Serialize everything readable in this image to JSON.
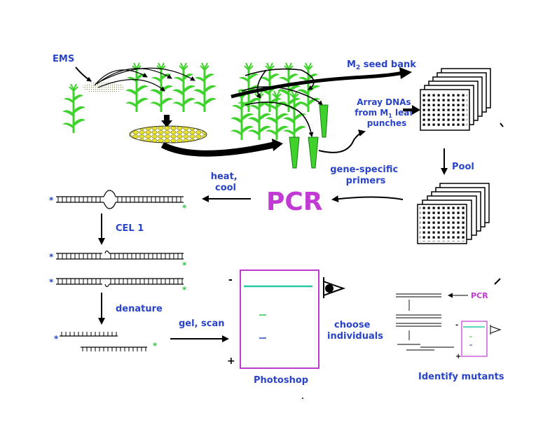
{
  "labels": {
    "ems": "EMS",
    "m2_seed_bank_main": "M",
    "m2_seed_bank_sub": "2",
    "m2_seed_bank_rest": " seed bank",
    "array_line1": "Array DNAs",
    "array_line2_a": "from M",
    "array_line2_sub": "1",
    "array_line2_b": " leaf",
    "array_line3": "punches",
    "pool": "Pool",
    "heat_line1": "heat,",
    "heat_line2": "cool",
    "pcr": "PCR",
    "primers_line1": "gene-specific",
    "primers_line2": "primers",
    "cel1": "CEL 1",
    "denature": "denature",
    "gel_scan": "gel, scan",
    "photoshop": "Photoshop",
    "choose_line1": "choose",
    "choose_line2": "individuals",
    "identify": "Identify mutants",
    "mini_pcr": "PCR",
    "gel_minus": "-",
    "gel_plus": "+",
    "mini_minus": "-",
    "mini_plus": "+"
  },
  "colors": {
    "text_blue": "#2a44c8",
    "plant_green": "#3fd12c",
    "pcr_magenta": "#c23ad4",
    "gel_frame": "#c23ad4",
    "gel_band": "#25c9a6",
    "ear_yellow": "#e9e22a",
    "label_star_blue": "#2a44c8",
    "label_star_green": "#2fc94a"
  }
}
